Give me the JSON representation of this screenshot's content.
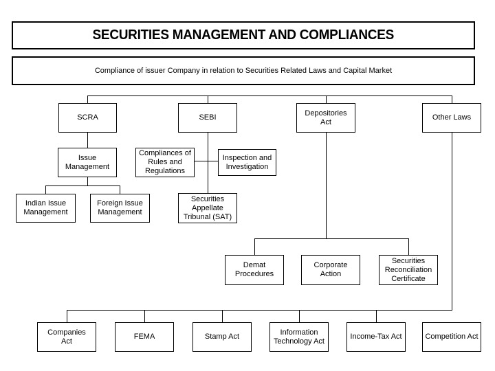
{
  "page": {
    "background": "#ffffff",
    "line_color": "#000000",
    "text_color": "#000000"
  },
  "header": {
    "title": "SECURITIES MANAGEMENT AND COMPLIANCES",
    "subtitle": "Compliance of issuer Company in relation to Securities Related Laws and Capital Market"
  },
  "nodes": {
    "scra": {
      "label": "SCRA"
    },
    "sebi": {
      "label": "SEBI"
    },
    "depositories_act": {
      "label": "Depositories\nAct"
    },
    "other_laws": {
      "label": "Other Laws"
    },
    "issue_management": {
      "label": "Issue\nManagement"
    },
    "compliances_rules": {
      "label": "Compliances of\nRules and\nRegulations"
    },
    "inspection_investigation": {
      "label": "Inspection and\nInvestigation"
    },
    "indian_issue_management": {
      "label": "Indian Issue\nManagement"
    },
    "foreign_issue_management": {
      "label": "Foreign Issue\nManagement"
    },
    "sat": {
      "label": "Securities\nAppellate\nTribunal (SAT)"
    },
    "demat_procedures": {
      "label": "Demat\nProcedures"
    },
    "corporate_action": {
      "label": "Corporate\nAction"
    },
    "securities_reconciliation": {
      "label": "Securities\nReconciliation\nCertificate"
    },
    "companies_act": {
      "label": "Companies\nAct"
    },
    "fema": {
      "label": "FEMA"
    },
    "stamp_act": {
      "label": "Stamp Act"
    },
    "information_technology_act": {
      "label": "Information\nTechnology Act"
    },
    "income_tax_act": {
      "label": "Income-Tax Act"
    },
    "competition_act": {
      "label": "Competition Act"
    }
  },
  "structure": {
    "top_rail_children": [
      "SCRA",
      "SEBI",
      "Depositories Act",
      "Other Laws"
    ],
    "scra_children": [
      "Issue Management"
    ],
    "issue_management_children": [
      "Indian Issue Management",
      "Foreign Issue Management"
    ],
    "sebi_children": [
      "Securities Appellate Tribunal (SAT)"
    ],
    "sebi_stem_cross_link": [
      "Compliances of Rules and Regulations",
      "Inspection and Investigation"
    ],
    "depositories_act_children": [
      "Demat Procedures",
      "Securities Reconciliation Certificate"
    ],
    "unattached_in_depositories_row": [
      "Corporate Action"
    ],
    "other_laws_children": [
      "Companies Act",
      "FEMA",
      "Stamp Act",
      "Information Technology Act",
      "Income-Tax Act",
      "Competition Act"
    ]
  }
}
